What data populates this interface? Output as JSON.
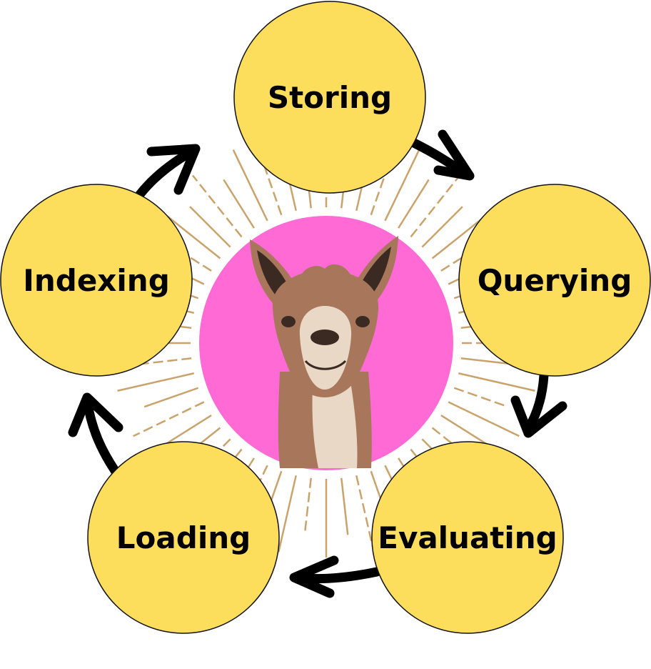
{
  "diagram": {
    "stages": [
      {
        "label": "Storing"
      },
      {
        "label": "Querying"
      },
      {
        "label": "Evaluating"
      },
      {
        "label": "Loading"
      },
      {
        "label": "Indexing"
      }
    ],
    "center": {
      "name": "llama-illustration"
    },
    "colors": {
      "stage_fill": "#FDDD5C",
      "stage_stroke": "#111111",
      "center_fill": "#FF6AD5",
      "rays": "#C9A36B",
      "arrows": "#000000",
      "llama_fur": "#A8765A",
      "llama_light": "#E9D8C6",
      "llama_dark": "#3A2A22"
    }
  }
}
